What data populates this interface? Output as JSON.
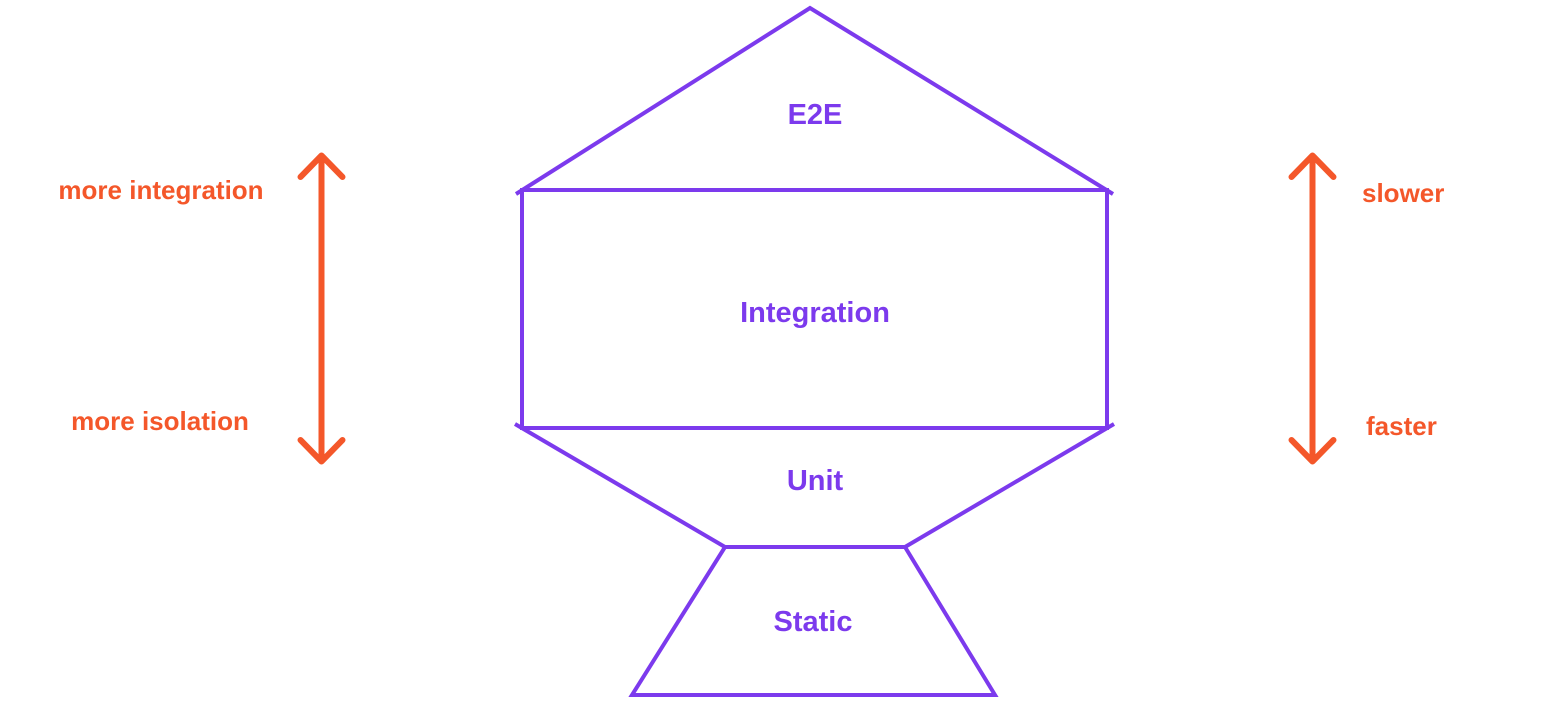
{
  "diagram": {
    "levels": [
      {
        "label": "E2E"
      },
      {
        "label": "Integration"
      },
      {
        "label": "Unit"
      },
      {
        "label": "Static"
      }
    ]
  },
  "left_scale": {
    "top_label": "more integration",
    "bottom_label": "more isolation",
    "arrow_icon": "vertical-double-arrow-icon"
  },
  "right_scale": {
    "top_label": "slower",
    "bottom_label": "faster",
    "arrow_icon": "vertical-double-arrow-icon"
  },
  "colors": {
    "purple": "#7C3AED",
    "orange": "#F4572A",
    "background": "#FFFFFF"
  }
}
